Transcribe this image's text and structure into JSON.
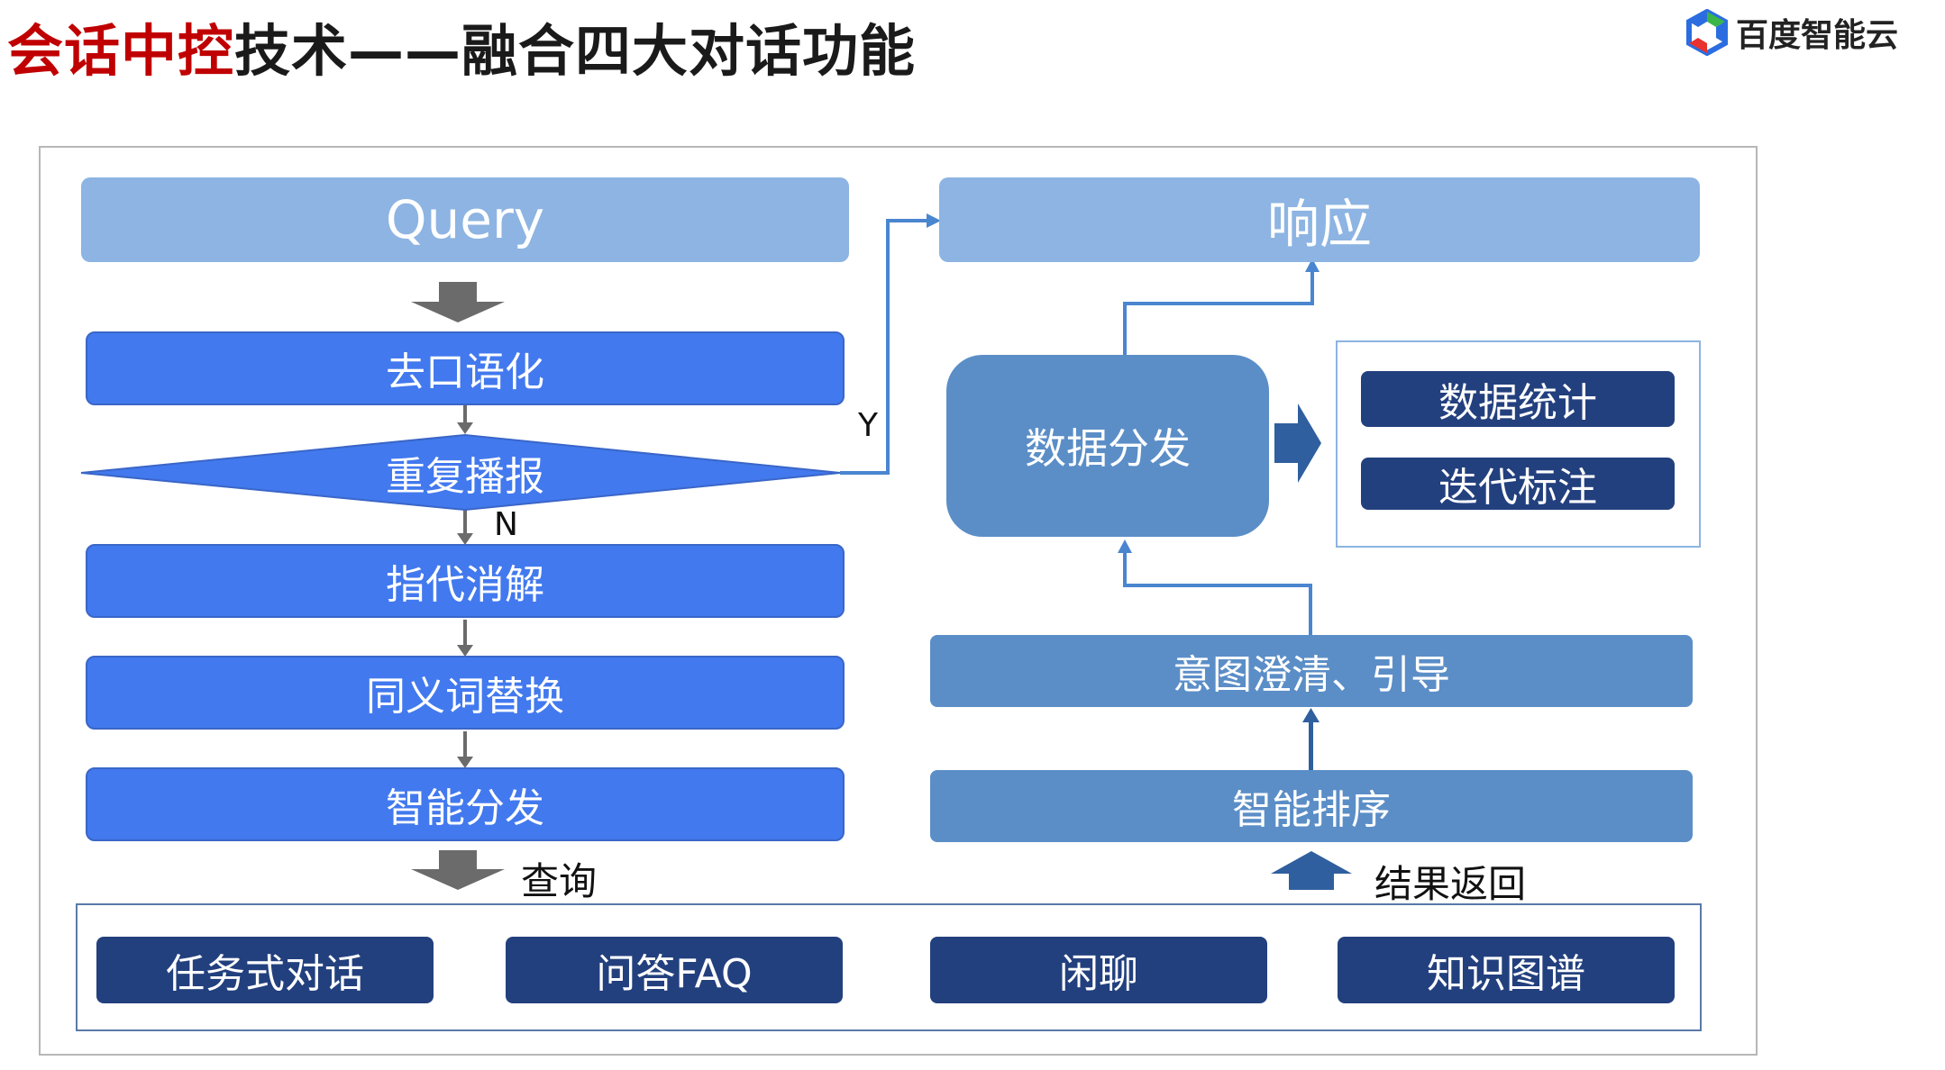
{
  "header": {
    "title_red": "会话中控",
    "title_dark": "技术——融合四大对话功能",
    "logo_text": "百度智能云"
  },
  "left_flow": {
    "query": "Query",
    "step1": "去口语化",
    "decision": "重复播报",
    "step2": "指代消解",
    "step3": "同义词替换",
    "step4": "智能分发",
    "yes_label": "Y",
    "no_label": "N",
    "down_label": "查询"
  },
  "right_flow": {
    "response": "响应",
    "distribution": "数据分发",
    "stats": "数据统计",
    "annotation": "迭代标注",
    "clarify": "意图澄清、引导",
    "ranking": "智能排序",
    "up_label": "结果返回"
  },
  "functions": [
    "任务式对话",
    "问答FAQ",
    "闲聊",
    "知识图谱"
  ],
  "colors": {
    "title_red": "#c00000",
    "light_blue": "#8db4e2",
    "bright_blue": "#4279ee",
    "steel_blue": "#5b8ec7",
    "navy": "#23407e",
    "gray_arrow": "#6b6b6b"
  }
}
